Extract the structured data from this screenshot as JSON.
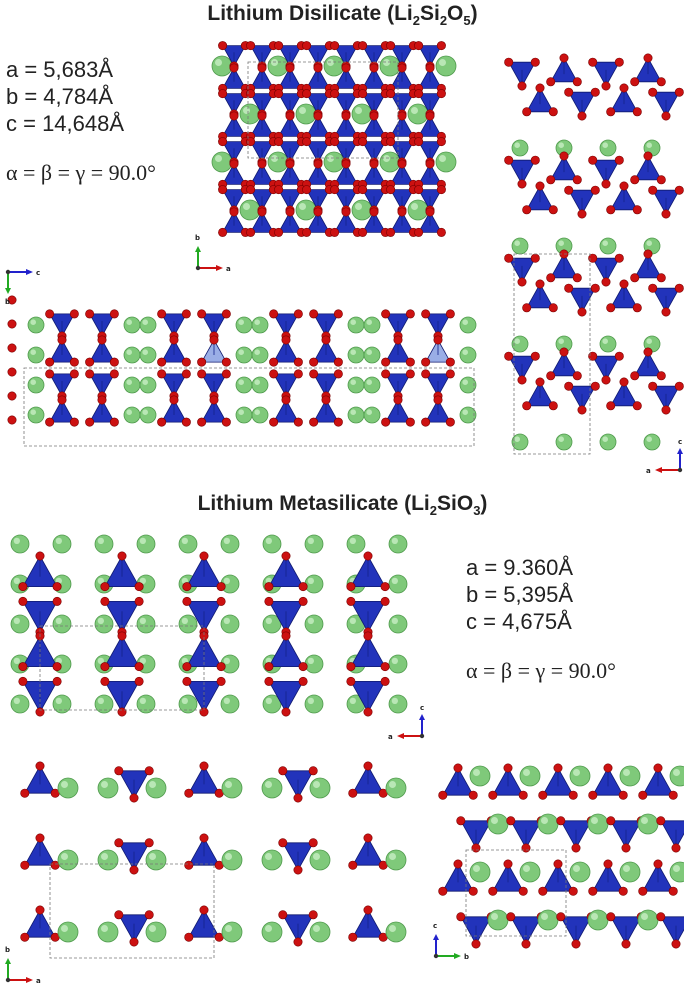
{
  "disilicate": {
    "title_main": "Lithium Disilicate (Li",
    "title_sub1": "2",
    "title_mid": "Si",
    "title_sub2": "2",
    "title_o": "O",
    "title_sub3": "5",
    "title_end": ")",
    "params": {
      "a": "a = 5,683Å",
      "b": "b = 4,784Å",
      "c": "c = 14,648Å",
      "angles": "α = β = γ = 90.0°"
    },
    "views": {
      "top": {
        "axes": [
          "b",
          "a"
        ]
      },
      "left": {
        "axes": [
          "c",
          "b"
        ]
      },
      "right": {
        "axes": [
          "c",
          "a"
        ]
      }
    }
  },
  "metasilicate": {
    "title_main": "Lithium Metasilicate (Li",
    "title_sub1": "2",
    "title_mid": "SiO",
    "title_sub2": "3",
    "title_end": ")",
    "params": {
      "a": "a = 9.360Å",
      "b": "b = 5,395Å",
      "c": "c = 4,675Å",
      "angles": "α = β = γ = 90.0°"
    },
    "views": {
      "top": {
        "axes": [
          "c",
          "a"
        ]
      },
      "bottom_left": {
        "axes": [
          "b",
          "a"
        ]
      },
      "bottom_right": {
        "axes": [
          "c",
          "b"
        ]
      }
    }
  },
  "colors": {
    "tetrahedron": "#2233bb",
    "tetrahedron_edge": "#101a70",
    "oxygen": "#cc1111",
    "lithium": "#7fc97a",
    "axis_a": "#cc1111",
    "axis_b": "#22aa22",
    "axis_c": "#2222cc"
  }
}
